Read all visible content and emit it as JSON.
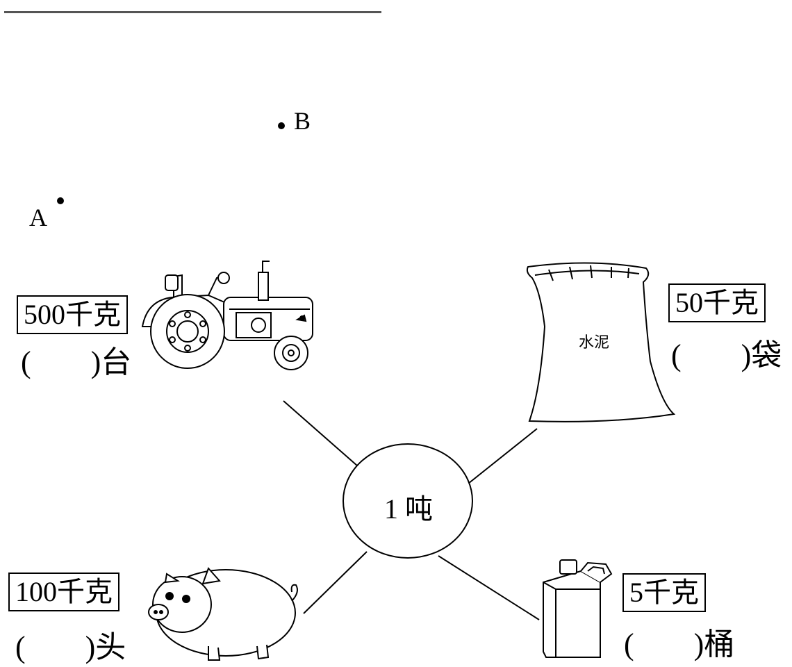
{
  "points": {
    "a": "A",
    "b": "B"
  },
  "center": {
    "label": "1 吨"
  },
  "items": {
    "tractor": {
      "weight": "500千克",
      "open": "(",
      "close": ")台"
    },
    "cement": {
      "weight": "50千克",
      "open": "(",
      "close": ")袋",
      "bag_text": "水泥"
    },
    "pig": {
      "weight": "100千克",
      "open": "(",
      "close": ")头"
    },
    "bucket": {
      "weight": "5千克",
      "open": "(",
      "close": ")桶"
    }
  }
}
